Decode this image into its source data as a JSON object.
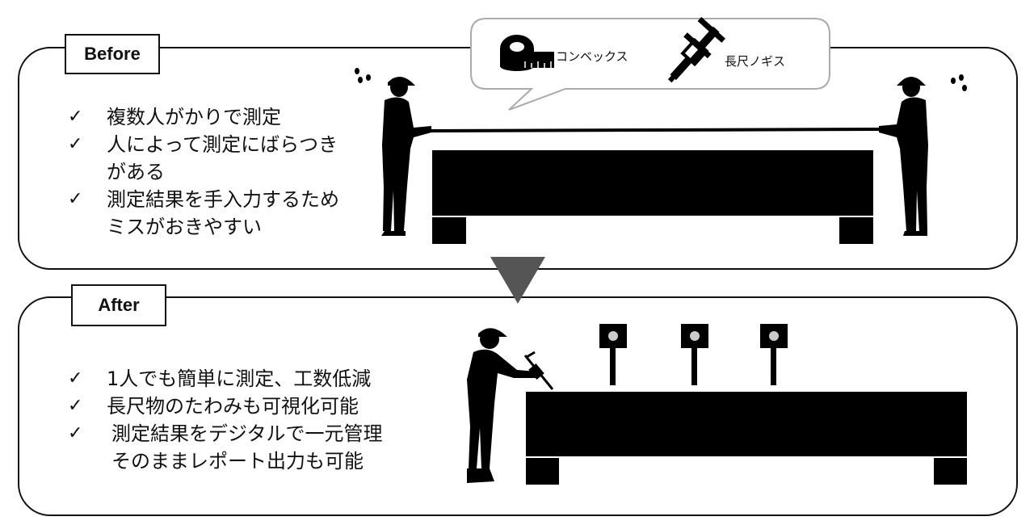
{
  "before": {
    "label": "Before",
    "bullets": [
      {
        "check": "✓",
        "text": "複数人がかりで測定"
      },
      {
        "check": "✓",
        "text": "人によって測定にばらつき\nがある"
      },
      {
        "check": "✓",
        "text": "測定結果を手入力するため\nミスがおきやすい"
      }
    ],
    "tools": {
      "tape_measure": "コンベックス",
      "caliper": "長尺ノギス"
    }
  },
  "after": {
    "label": "After",
    "bullets": [
      {
        "check": "✓",
        "text": "1人でも簡単に測定、工数低減"
      },
      {
        "check": "✓",
        "text": "長尺物のたわみも可視化可能"
      },
      {
        "check": "✓",
        "text": "測定結果をデジタルで一元管理\nそのままレポート出力も可能"
      }
    ]
  },
  "colors": {
    "outline": "#111111",
    "silhouette": "#000000",
    "arrow": "#555555",
    "bubble_border": "#aaaaaa"
  },
  "icons": [
    "tape-measure-icon",
    "caliper-icon",
    "worker-silhouette",
    "sweat-drops-icon",
    "target-marker-icon",
    "measuring-probe-icon",
    "down-arrow-icon"
  ]
}
